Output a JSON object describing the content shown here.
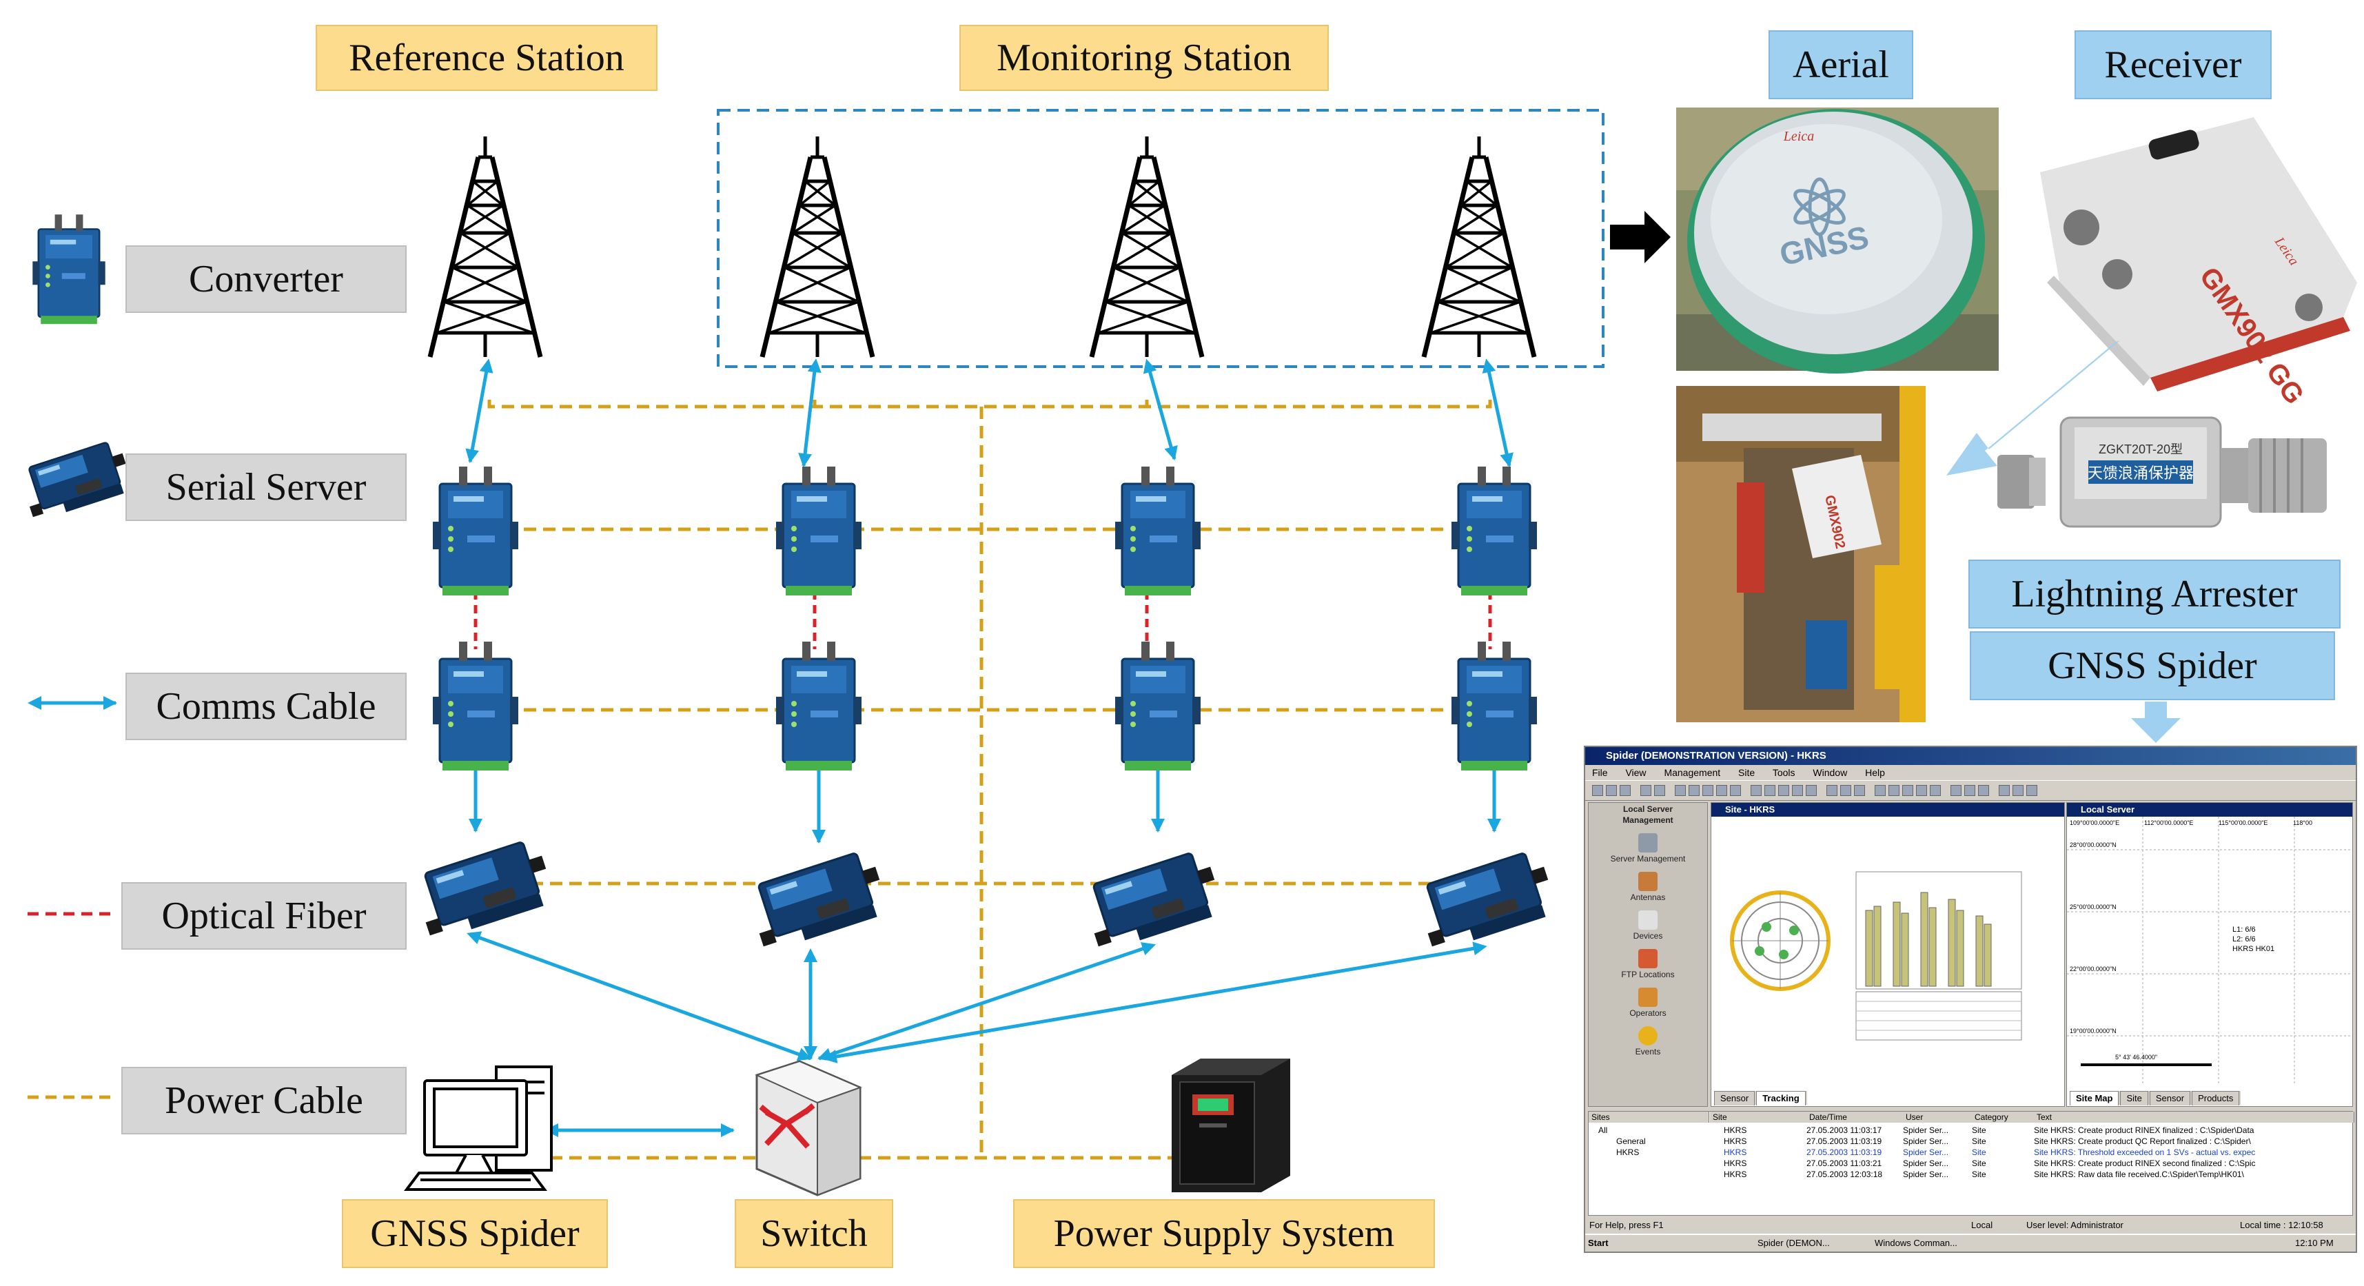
{
  "headers": {
    "reference_station": "Reference Station",
    "monitoring_station": "Monitoring Station",
    "aerial": "Aerial",
    "receiver": "Receiver",
    "lightning_arrester": "Lightning Arrester",
    "gnss_spider_right": "GNSS Spider",
    "gnss_spider_bottom": "GNSS Spider",
    "switch": "Switch",
    "power_supply_system": "Power Supply System"
  },
  "legend": {
    "converter": "Converter",
    "serial_server": "Serial Server",
    "comms_cable": "Comms Cable",
    "optical_fiber": "Optical Fiber",
    "power_cable": "Power Cable"
  },
  "colors": {
    "comms": "#1aa7e0",
    "fiber": "#d8232a",
    "power": "#d4a017",
    "monitor_box": "#2e86c1",
    "label_yellow": "#fddc8e",
    "label_gray": "#d6d6d6",
    "label_blue": "#9fd0f0",
    "device_blue": "#1f5fa0"
  },
  "photos": {
    "aerial_brand": "Leica",
    "aerial_text": "GNSS",
    "receiver_model": "GMX902 GG",
    "receiver_brand": "Leica",
    "arrester_label": "天馈浪涌保护器",
    "arrester_code": "ZGKT20T-20型"
  },
  "spider": {
    "title": "Spider (DEMONSTRATION VERSION) - HKRS",
    "menu": [
      "File",
      "View",
      "Management",
      "Site",
      "Tools",
      "Window",
      "Help"
    ],
    "left_pane_header": "Local Server",
    "left_pane_sub": "Management",
    "left_items": [
      "Server Management",
      "Antennas",
      "Devices",
      "FTP Locations",
      "Operators",
      "Events"
    ],
    "site_window_title": "Site - HKRS",
    "site_tabs": [
      "Sensor",
      "Tracking"
    ],
    "server_window_title": "Local Server",
    "server_tabs": [
      "Site Map",
      "Site",
      "Sensor",
      "Products"
    ],
    "map_longitudes": [
      "109°00'00.0000\"E",
      "112°00'00.0000\"E",
      "115°00'00.0000\"E",
      "118°00"
    ],
    "map_latitudes": [
      "28°00'00.0000\"N",
      "25°00'00.0000\"N",
      "22°00'00.0000\"N",
      "19°00'00.0000\"N"
    ],
    "map_legend": [
      "L1: 6/6",
      "L2: 6/6",
      "HKRS HK01"
    ],
    "map_scale": "5° 43' 46.4000\"",
    "list_headers": [
      "Sites",
      "Site",
      "Date/Time",
      "User",
      "Category",
      "Text"
    ],
    "tree": [
      "All",
      "General",
      "HKRS"
    ],
    "rows": [
      {
        "site": "HKRS",
        "time": "27.05.2003 11:03:17",
        "user": "Spider Ser...",
        "cat": "Site",
        "text": "Site HKRS: Create product RINEX finalized : C:\\Spider\\Data"
      },
      {
        "site": "HKRS",
        "time": "27.05.2003 11:03:19",
        "user": "Spider Ser...",
        "cat": "Site",
        "text": "Site HKRS: Create product QC Report finalized : C:\\Spider\\"
      },
      {
        "site": "HKRS",
        "time": "27.05.2003 11:03:19",
        "user": "Spider Ser...",
        "cat": "Site",
        "text": "Site HKRS: Threshold exceeded on 1 SVs - actual vs. expec"
      },
      {
        "site": "HKRS",
        "time": "27.05.2003 11:03:21",
        "user": "Spider Ser...",
        "cat": "Site",
        "text": "Site HKRS: Create product RINEX second finalized : C:\\Spic"
      },
      {
        "site": "HKRS",
        "time": "27.05.2003 12:03:18",
        "user": "Spider Ser...",
        "cat": "Site",
        "text": "Site HKRS: Raw data file received.C:\\Spider\\Temp\\HK01\\"
      }
    ],
    "status_left": "For Help, press F1",
    "status_local": "Local",
    "status_user": "User level: Administrator",
    "status_time": "Local time : 12:10:58",
    "taskbar_start": "Start",
    "taskbar_item1": "Spider (DEMON...",
    "taskbar_item2": "Windows Comman...",
    "taskbar_clock": "12:10 PM"
  }
}
